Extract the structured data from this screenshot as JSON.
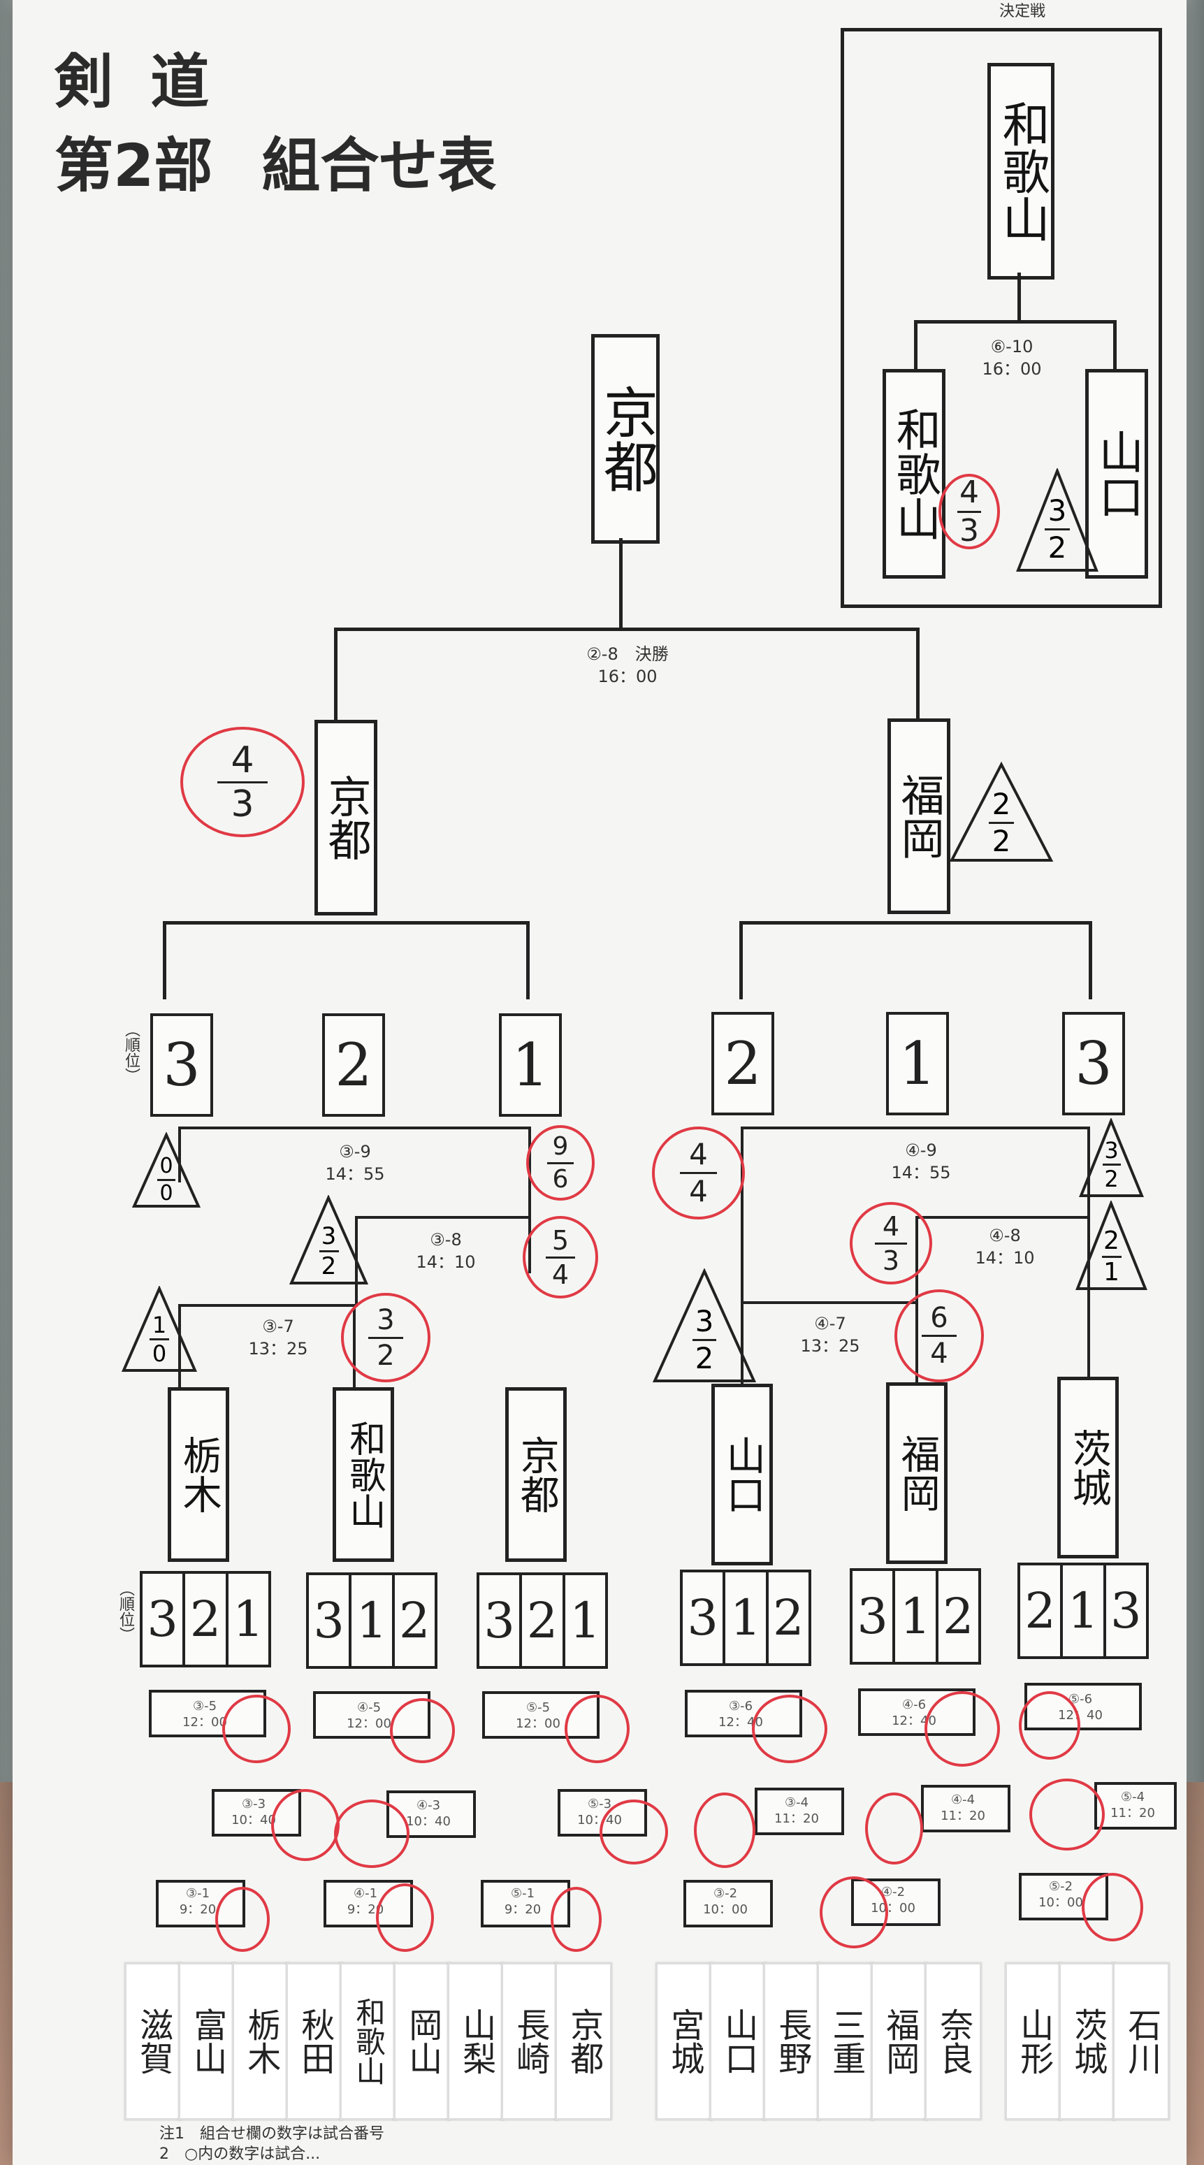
{
  "title": {
    "line1": "剣 道",
    "line2_part1": "第2部",
    "line2_part2": "組合せ表"
  },
  "playoff": {
    "header": "決定戦",
    "winner": "和歌山",
    "match_no": "⑥-10",
    "time": "16：00",
    "left_team": "和歌山",
    "right_team": "山口",
    "left_score": {
      "top": "4",
      "bottom": "3"
    },
    "right_score": {
      "top": "3",
      "bottom": "2"
    }
  },
  "final": {
    "champion": "京都",
    "match_no": "②-8",
    "match_label": "決勝",
    "time": "16：00",
    "left_team": "京都",
    "right_team": "福岡",
    "left_score": {
      "top": "4",
      "bottom": "3"
    },
    "right_score": {
      "top": "2",
      "bottom": "2"
    }
  },
  "rank_label": "（順位）",
  "left_league": {
    "ranks": [
      "3",
      "2",
      "1"
    ],
    "matches": [
      {
        "no": "③-9",
        "time": "14：55",
        "left": [
          "0",
          "0"
        ],
        "right": [
          "9",
          "6"
        ]
      },
      {
        "no": "③-8",
        "time": "14：10",
        "left": [
          "3",
          "2"
        ],
        "right": [
          "5",
          "4"
        ]
      },
      {
        "no": "③-7",
        "time": "13：25",
        "left": [
          "1",
          "0"
        ],
        "right": [
          "3",
          "2"
        ]
      }
    ],
    "teams": [
      "栃木",
      "和歌山",
      "京都"
    ]
  },
  "right_league": {
    "ranks": [
      "2",
      "1",
      "3"
    ],
    "matches": [
      {
        "no": "④-9",
        "time": "14：55",
        "left": [
          "4",
          "4"
        ],
        "right": [
          "3",
          "2"
        ]
      },
      {
        "no": "④-8",
        "time": "14：10",
        "left": [
          "4",
          "3"
        ],
        "right": [
          "2",
          "1"
        ]
      },
      {
        "no": "④-7",
        "time": "13：25",
        "left": [
          "3",
          "2"
        ],
        "right": [
          "6",
          "4"
        ]
      }
    ],
    "teams": [
      "山口",
      "福岡",
      "茨城"
    ]
  },
  "pool_ranks": [
    [
      "3",
      "2",
      "1"
    ],
    [
      "3",
      "1",
      "2"
    ],
    [
      "3",
      "2",
      "1"
    ],
    [
      "3",
      "1",
      "2"
    ],
    [
      "3",
      "1",
      "2"
    ],
    [
      "2",
      "1",
      "3"
    ]
  ],
  "pool_matches": {
    "row1": [
      "③-5",
      "④-5",
      "⑤-5",
      "③-6",
      "④-6",
      "⑤-6"
    ],
    "row1_times": [
      "12：00",
      "12：00",
      "12：00",
      "12：40",
      "12：40",
      "12：40"
    ],
    "row2": [
      "③-3",
      "④-3",
      "⑤-3",
      "③-4",
      "④-4",
      "⑤-4"
    ],
    "row2_times": [
      "10：40",
      "10：40",
      "10：40",
      "11：20",
      "11：20",
      "11：20"
    ],
    "row3": [
      "③-1",
      "④-1",
      "⑤-1",
      "③-2",
      "④-2",
      "⑤-2"
    ],
    "row3_times": [
      "9：20",
      "9：20",
      "9：20",
      "10：00",
      "10：00",
      "10：00"
    ]
  },
  "prefectures_left": [
    "滋賀",
    "富山",
    "栃木",
    "秋田",
    "和歌山",
    "岡山",
    "山梨",
    "長崎",
    "京都"
  ],
  "prefectures_right": [
    "宮城",
    "山口",
    "長野",
    "三重",
    "福岡",
    "奈良",
    "山形",
    "茨城",
    "石川"
  ],
  "notes": [
    "注1　組合せ欄の数字は試合番号",
    "2　○内の数字は試合..."
  ],
  "colors": {
    "paper": "#f5f6f3",
    "ink": "#222222",
    "win_circle": "#e03a45"
  }
}
